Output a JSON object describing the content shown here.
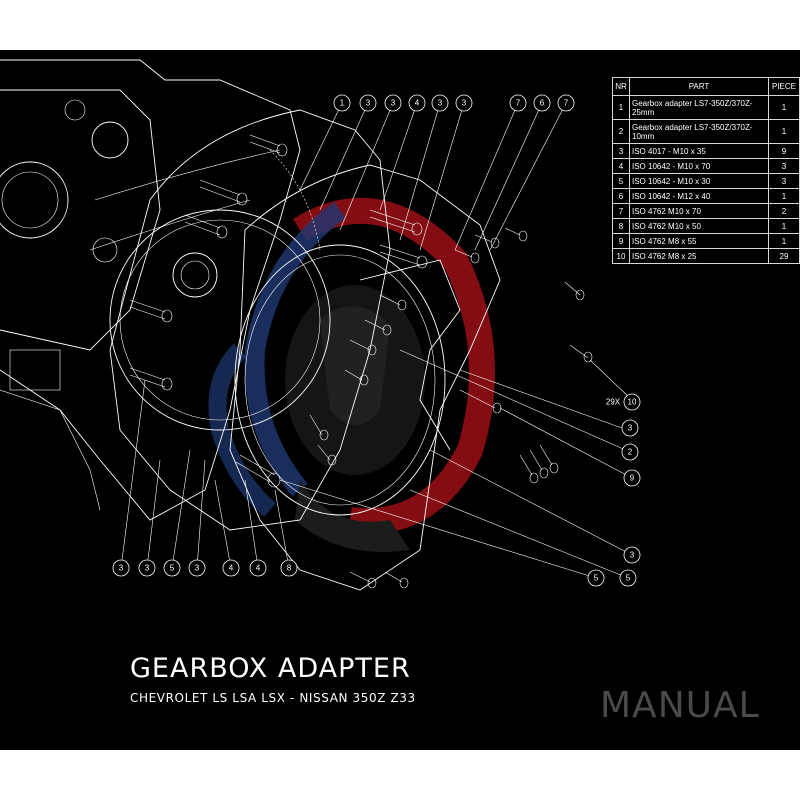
{
  "header": {
    "title": "GEARBOX ADAPTER",
    "subtitle": "CHEVROLET LS LSA LSX - NISSAN 350Z Z33",
    "manual_label": "MANUAL"
  },
  "parts_table": {
    "columns": [
      "NR",
      "PART",
      "PIECE"
    ],
    "rows": [
      {
        "nr": "1",
        "part": "Gearbox adapter LS7-350Z/370Z-25mm",
        "piece": "1"
      },
      {
        "nr": "2",
        "part": "Gearbox adapter LS7-350Z/370Z-10mm",
        "piece": "1"
      },
      {
        "nr": "3",
        "part": "ISO 4017 - M10 x 35",
        "piece": "9"
      },
      {
        "nr": "4",
        "part": "ISO 10642 - M10 x 70",
        "piece": "3"
      },
      {
        "nr": "5",
        "part": "ISO 10642 - M10 x 30",
        "piece": "3"
      },
      {
        "nr": "6",
        "part": "ISO 10642 - M12 x 40",
        "piece": "1"
      },
      {
        "nr": "7",
        "part": "ISO 4762 M10 x 70",
        "piece": "2"
      },
      {
        "nr": "8",
        "part": "ISO 4762 M10 x 50",
        "piece": "1"
      },
      {
        "nr": "9",
        "part": "ISO 4762 M8 x 55",
        "piece": "1"
      },
      {
        "nr": "10",
        "part": "ISO 4762 M8 x 25",
        "piece": "29"
      }
    ]
  },
  "callouts": {
    "top": [
      "1",
      "3",
      "3",
      "4",
      "3",
      "3",
      "7",
      "6",
      "7"
    ],
    "right": [
      "10",
      "3",
      "2",
      "9",
      "3",
      "5"
    ],
    "bottom": [
      "3",
      "3",
      "5",
      "3",
      "4",
      "4",
      "8",
      "5"
    ],
    "qty_label": "29X"
  },
  "colors": {
    "background": "#000000",
    "line": "#ffffff",
    "watermark_red": "#b0121a",
    "watermark_blue": "#2a4d9c",
    "muted": "#4a4a4a"
  }
}
